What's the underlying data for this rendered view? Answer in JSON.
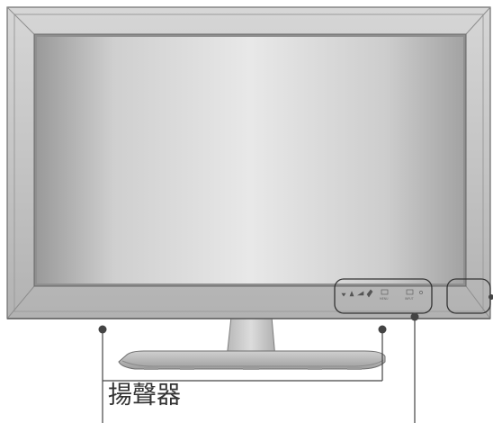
{
  "diagram": {
    "speaker_label": "揚聲器",
    "button_captions": [
      "MENU",
      "INPUT"
    ],
    "colors": {
      "bezel": "#c9c9c9",
      "bezel_dark": "#8f8f8f",
      "screen_light": "#f2f2f2",
      "screen_dark": "#8e8e8e",
      "callout": "#444444"
    }
  }
}
